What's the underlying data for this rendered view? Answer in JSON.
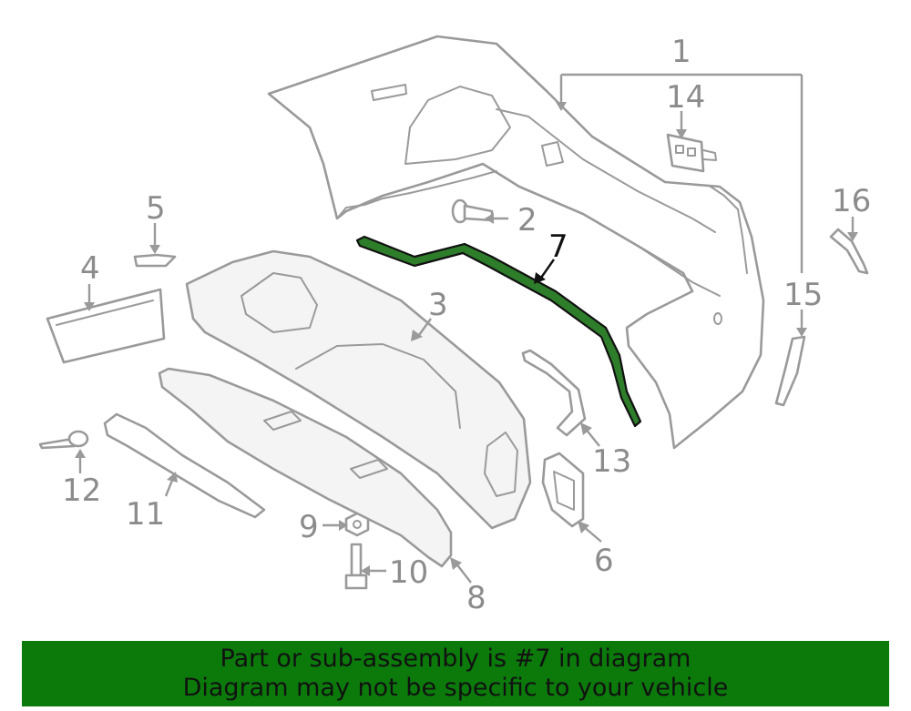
{
  "callouts": {
    "c1": "1",
    "c2": "2",
    "c3": "3",
    "c4": "4",
    "c5": "5",
    "c6": "6",
    "c7": "7",
    "c8": "8",
    "c9": "9",
    "c10": "10",
    "c11": "11",
    "c12": "12",
    "c13": "13",
    "c14": "14",
    "c15": "15",
    "c16": "16"
  },
  "highlighted_part": "7",
  "colors": {
    "highlight_part": "#2e7d2a",
    "banner_bg": "#0b7a0b",
    "line": "#9a9a9a"
  },
  "banner": {
    "line1": "Part or sub-assembly is #7 in diagram",
    "line2": "Diagram may not be specific to your vehicle"
  }
}
